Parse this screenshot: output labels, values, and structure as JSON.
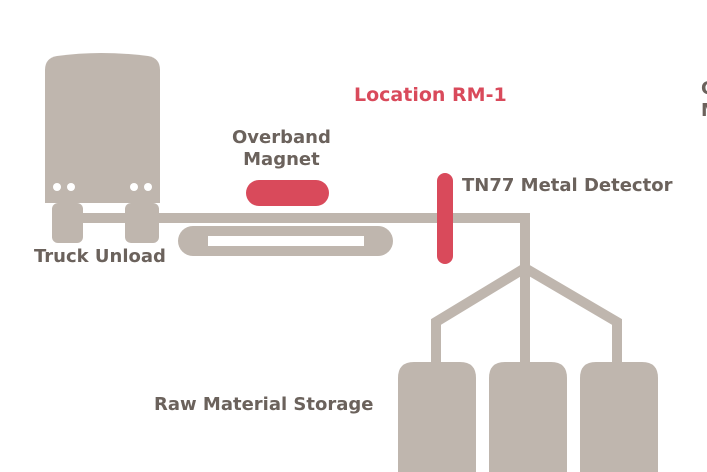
{
  "title": "Location RM-1",
  "labels": {
    "overband_magnet": "Overband\nMagnet",
    "metal_detector": "TN77 Metal Detector",
    "truck_unload": "Truck Unload",
    "raw_material_storage": "Raw Material Storage",
    "cut_off_right_top": "C",
    "cut_off_right_bottom": "M"
  },
  "colors": {
    "equipment_gray": "#bfb6ae",
    "highlight_red": "#d94a5b",
    "label_text": "#6b625c",
    "title_red": "#d94a5b"
  }
}
